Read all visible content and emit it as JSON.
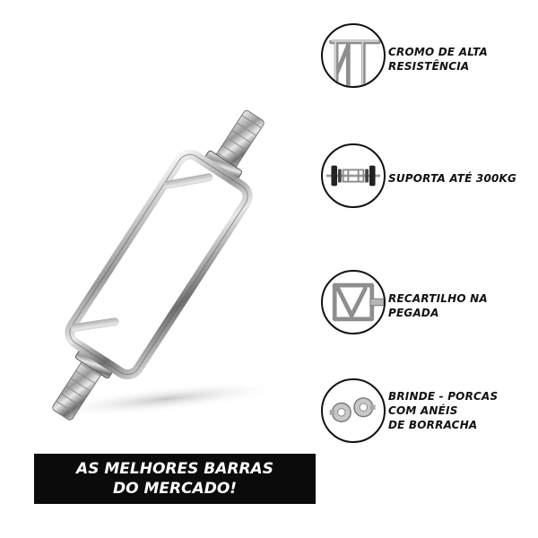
{
  "features": [
    {
      "icon": "chrome-frame-icon",
      "lines": [
        "CROMO DE ALTA",
        "RESISTÊNCIA"
      ]
    },
    {
      "icon": "barbell-with-plates-icon",
      "lines": [
        "SUPORTA ATÉ 300KG"
      ]
    },
    {
      "icon": "knurled-grip-icon",
      "lines": [
        "RECARTILHO NA",
        "PEGADA"
      ]
    },
    {
      "icon": "lock-nuts-icon",
      "lines": [
        "BRINDE - PORCAS",
        "COM ANÉIS",
        "DE BORRACHA"
      ]
    }
  ],
  "banner": {
    "lines": [
      "AS MELHORES BARRAS",
      "DO MERCADO!"
    ]
  }
}
